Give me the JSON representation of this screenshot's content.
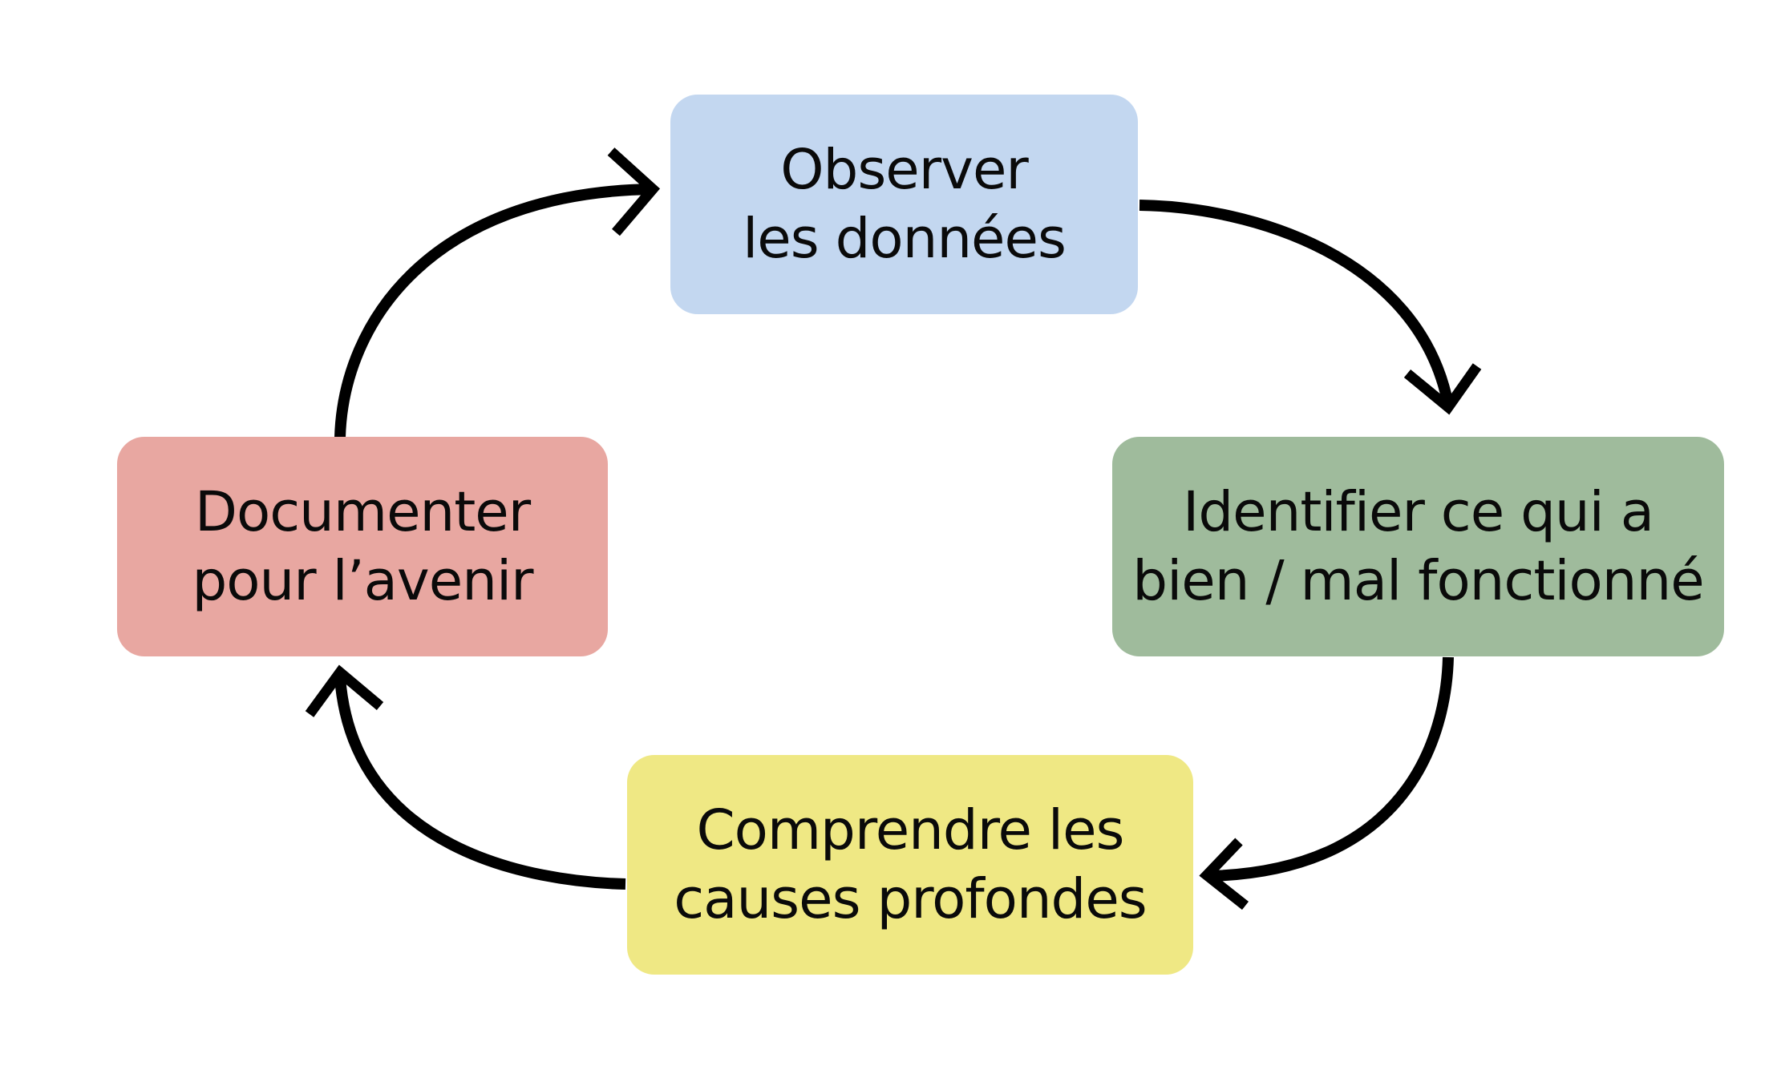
{
  "steps": [
    {
      "id": "observe",
      "lines": [
        "Observer",
        "les données"
      ],
      "color": "#c3d7f0"
    },
    {
      "id": "identify",
      "lines": [
        "Identifier ce qui a",
        "bien / mal fonctionné"
      ],
      "color": "#9fbb9c"
    },
    {
      "id": "understand",
      "lines": [
        "Comprendre les",
        "causes profondes"
      ],
      "color": "#efe884"
    },
    {
      "id": "document",
      "lines": [
        "Documenter",
        "pour l’avenir"
      ],
      "color": "#e8a7a1"
    }
  ],
  "arrow_color": "#000000"
}
